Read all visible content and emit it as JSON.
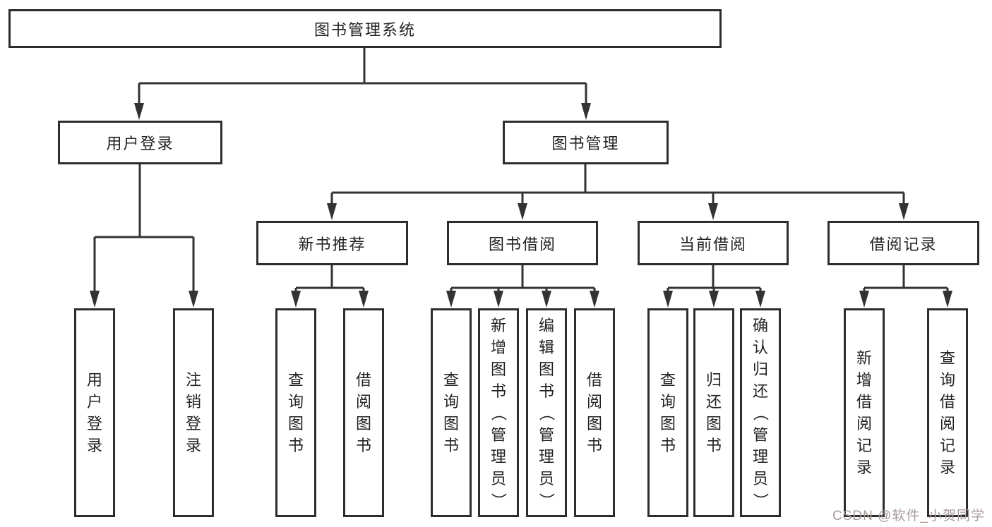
{
  "colors": {
    "line": "#333333",
    "border": "#2d2d2d",
    "text": "#222222",
    "watermark": "#a89a9a",
    "background": "#ffffff"
  },
  "tree": {
    "label": "图书管理系统",
    "children": [
      {
        "label": "用户登录",
        "children": [
          {
            "label": "用户登录"
          },
          {
            "label": "注销登录"
          }
        ]
      },
      {
        "label": "图书管理",
        "children": [
          {
            "label": "新书推荐",
            "children": [
              {
                "label": "查询图书"
              },
              {
                "label": "借阅图书"
              }
            ]
          },
          {
            "label": "图书借阅",
            "children": [
              {
                "label": "查询图书"
              },
              {
                "label": "新增图书（管理员）"
              },
              {
                "label": "编辑图书（管理员）"
              },
              {
                "label": "借阅图书"
              }
            ]
          },
          {
            "label": "当前借阅",
            "children": [
              {
                "label": "查询图书"
              },
              {
                "label": "归还图书"
              },
              {
                "label": "确认归还（管理员）"
              }
            ]
          },
          {
            "label": "借阅记录",
            "children": [
              {
                "label": "新增借阅记录"
              },
              {
                "label": "查询借阅记录"
              }
            ]
          }
        ]
      }
    ]
  },
  "watermark": {
    "text": "CSDN @软件_小贺同学"
  }
}
